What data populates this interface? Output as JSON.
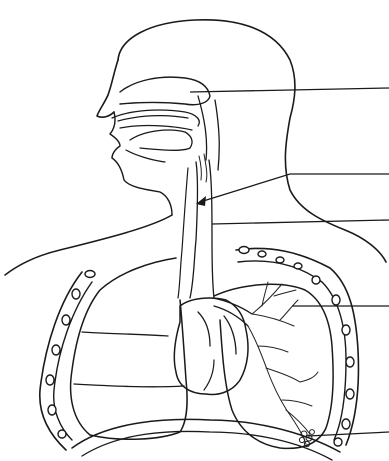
{
  "figure": {
    "type": "unlabeled anatomy worksheet",
    "line_color": "#1a1a1a",
    "background_color": "#ffffff",
    "label_leaders": [
      {
        "target": "nasal-cavity",
        "label": ""
      },
      {
        "target": "trachea",
        "label": ""
      },
      {
        "target": "bronchus",
        "label": ""
      },
      {
        "target": "bronchioles",
        "label": ""
      },
      {
        "target": "alveoli",
        "label": ""
      }
    ]
  }
}
